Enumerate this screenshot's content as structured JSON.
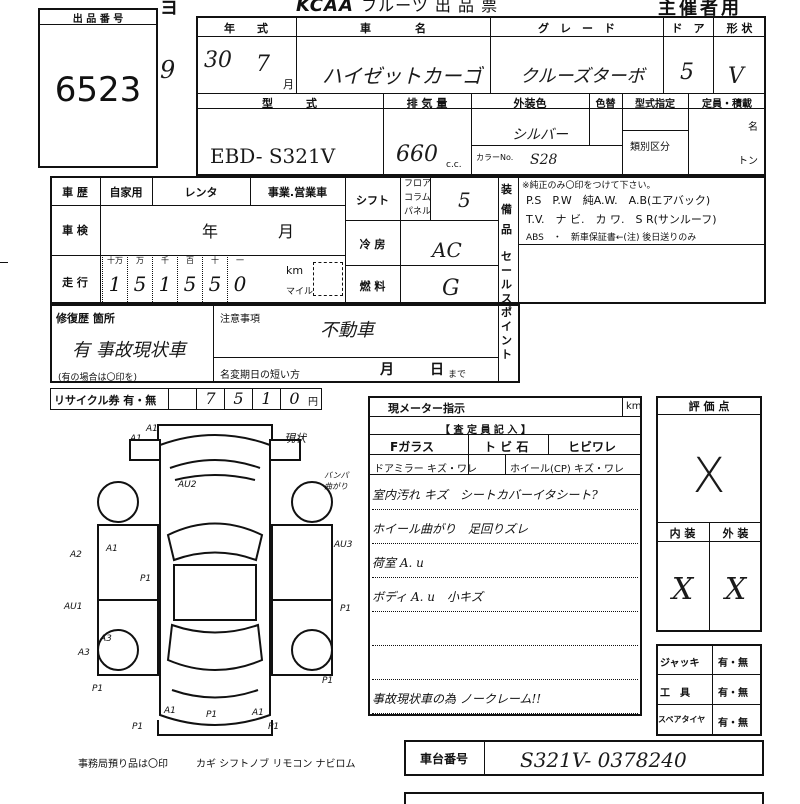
{
  "header": {
    "fragment": "ヨ",
    "club": "KCAA",
    "subtitle": "フルーツ 出 品 票",
    "organizer": "主催者用"
  },
  "lot": {
    "label": "出 品 番 号",
    "number": "6523",
    "mark": "9"
  },
  "vehicle": {
    "year_label": "年　　式",
    "name_label": "車　　　　名",
    "grade_label": "グ　レ　ー　ド",
    "door_label": "ド　ア",
    "shape_label": "形 状",
    "year_value": "30",
    "month_value": "7",
    "month_unit": "月",
    "name_value": "ハイゼットカーゴ",
    "grade_value": "クルーズターボ",
    "door_value": "5",
    "shape_value": "V",
    "model_label": "型　　　式",
    "disp_label": "排 気 量",
    "color_label": "外装色",
    "color_no_label": "色替",
    "type_label": "型式指定",
    "capacity_label": "定員・積載",
    "capacity_unit1": "名",
    "capacity_unit2": "トン",
    "class_label": "類別区分",
    "model_value": "EBD- S321V",
    "disp_value": "660",
    "disp_unit": "c.c.",
    "color_value": "シルバー",
    "colorno_label": "カラーNo.",
    "colorno_value": "S28"
  },
  "history": {
    "label": "車 歴",
    "opt1": "自家用",
    "opt2": "レンタ",
    "opt3": "事業.営業車",
    "inspection_label": "車 検",
    "year_unit": "年",
    "month_unit": "月",
    "mileage_label": "走 行",
    "digits_labels": [
      "十万",
      "万",
      "千",
      "百",
      "十",
      "一"
    ],
    "digits_values": [
      "1",
      "5",
      "1",
      "5",
      "5",
      "0"
    ],
    "km": "km",
    "mile": "マイル"
  },
  "specs": {
    "shift_label": "シフト",
    "shift_opts": [
      "フロア",
      "コラム",
      "パネル"
    ],
    "shift_value": "5",
    "ac_label": "冷 房",
    "ac_value": "AC",
    "fuel_label": "燃 料",
    "fuel_value": "G"
  },
  "equipment": {
    "label": "装 備 品",
    "note": "※純正のみ〇印をつけて下さい。",
    "line1": "P.S　P.W　純A.W.　A.B(エアバック)",
    "line2": "T.V.　ナ ビ.　カ ワ.　S R(サンルーフ)",
    "line3": "ABS　・　新車保証書←(注) 後日送りのみ",
    "sales_label": "セールスポイント"
  },
  "repair": {
    "label": "修復歴 箇所",
    "value": "有 事故現状車",
    "note": "(有の場合は〇印を)",
    "caution_label": "注意事項",
    "caution_value": "不動車",
    "short_label": "名変期日の短い方",
    "month_unit": "月",
    "day_unit": "日",
    "until": "まで"
  },
  "recycle": {
    "label": "リサイクル券 有・無",
    "digits": [
      "",
      "7",
      "5",
      "1",
      "0"
    ],
    "yen": "円"
  },
  "meter": {
    "label": "現メーター指示",
    "km": "km",
    "inspector_label": "【 査 定 員 記 入 】",
    "glass_label": "Fガラス",
    "glass_opts": "ト ビ 石",
    "crack_label": "ヒビワレ",
    "mirror_label": "ドアミラー キズ・ワレ",
    "wheel_label": "ホイール(CP) キズ・ワレ",
    "notes": [
      "室内汚れ キズ　シートカバーイタシート?",
      "ホイール曲がり　足回りズレ",
      "荷室 A. u",
      "ボディ A. u　小キズ",
      "",
      "",
      "事故現状車の為 ノークレーム!!"
    ]
  },
  "evaluation": {
    "label": "評 価 点",
    "value": "X",
    "interior_label": "内 装",
    "exterior_label": "外 装",
    "interior_value": "X",
    "exterior_value": "X"
  },
  "accessories": {
    "jack": "ジャッキ",
    "tools": "工　具",
    "spare": "スペアタイヤ",
    "choice": "有・無"
  },
  "chassis": {
    "label": "車台番号",
    "value": "S321V- 0378240"
  },
  "footer": {
    "office": "事務局預り品は〇印",
    "items": "カギ シフトノブ リモコン ナビロム"
  },
  "diagram": {
    "marks": [
      "A1",
      "A1",
      "A1",
      "A3",
      "A3",
      "A2",
      "AU2",
      "AU3",
      "AU1",
      "P1",
      "P1",
      "P1",
      "P1",
      "P1",
      "P1",
      "P1",
      "A1",
      "A1"
    ],
    "note_top": "現状",
    "note_side": "バンパ 曲がり"
  }
}
